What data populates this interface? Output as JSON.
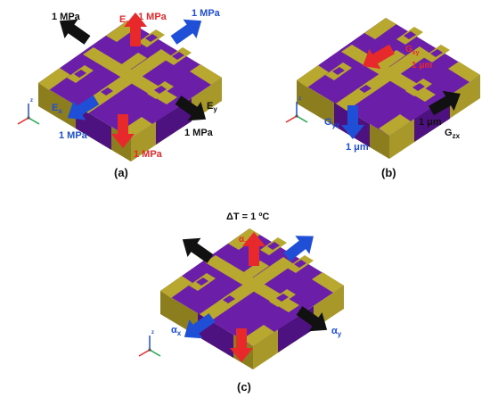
{
  "colors": {
    "purple": "#6b1fa8",
    "purple_dark": "#4e1180",
    "gold": "#b8a830",
    "gold_dark": "#8c7e1e",
    "red": "#e8292b",
    "blue": "#1f4fd6",
    "black": "#111111"
  },
  "panels": {
    "a": {
      "caption": "(a)",
      "labels": {
        "top_left": "1 MPa",
        "top_center_sym": "E",
        "top_center_sub": "z",
        "top_center_val": "1 MPa",
        "top_right": "1 MPa",
        "ex_sym": "E",
        "ex_sub": "x",
        "ex_val": "1 MPa",
        "ey_sym": "E",
        "ey_sub": "y",
        "ey_val": "1 MPa",
        "bottom": "1 MPa"
      }
    },
    "b": {
      "caption": "(b)",
      "labels": {
        "gxy_sym": "G",
        "gxy_sub": "xy",
        "gxy_val": "1 μm",
        "gyz_sym": "G",
        "gyz_sub": "yz",
        "gyz_val": "1 μm",
        "gzx_sym": "G",
        "gzx_sub": "zx",
        "gzx_val": "1 μm"
      }
    },
    "c": {
      "caption": "(c)",
      "labels": {
        "delta_t": "ΔT = 1 ºC",
        "az_sym": "α",
        "az_sub": "z",
        "ax_sym": "α",
        "ax_sub": "x",
        "ay_sym": "α",
        "ay_sub": "y"
      }
    }
  },
  "axis_triad_label": "z"
}
